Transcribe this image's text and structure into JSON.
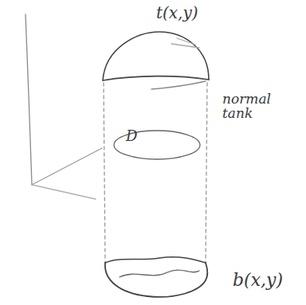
{
  "diagram": {
    "labels": [
      "t(x,y)",
      "normal tank",
      "D",
      "b(x,y)"
    ]
  }
}
